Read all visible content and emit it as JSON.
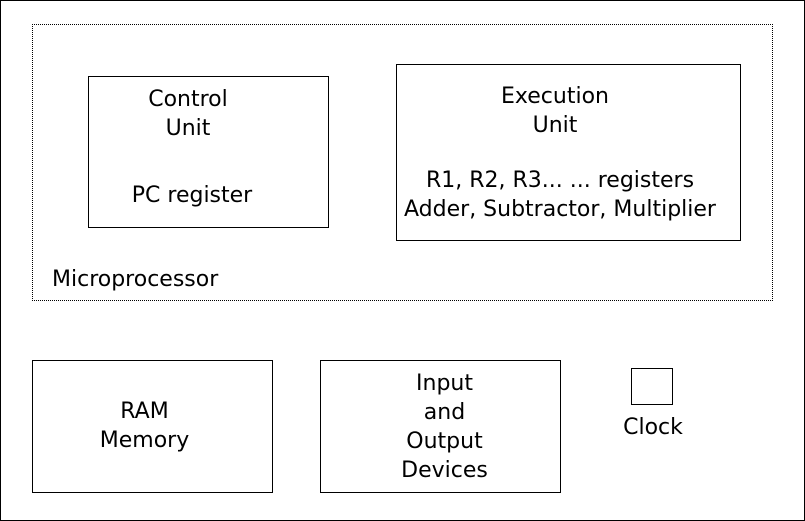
{
  "microprocessor": {
    "label": "Microprocessor",
    "control_unit": {
      "title_line1": "Control",
      "title_line2": "Unit",
      "detail": "PC register"
    },
    "execution_unit": {
      "title_line1": "Execution",
      "title_line2": "Unit",
      "detail_line1": "R1, R2, R3... ... registers",
      "detail_line2": "Adder, Subtractor, Multiplier"
    }
  },
  "ram": {
    "line1": "RAM",
    "line2": "Memory"
  },
  "io": {
    "line1": "Input",
    "line2": "and",
    "line3": "Output",
    "line4": "Devices"
  },
  "clock": {
    "label": "Clock"
  }
}
